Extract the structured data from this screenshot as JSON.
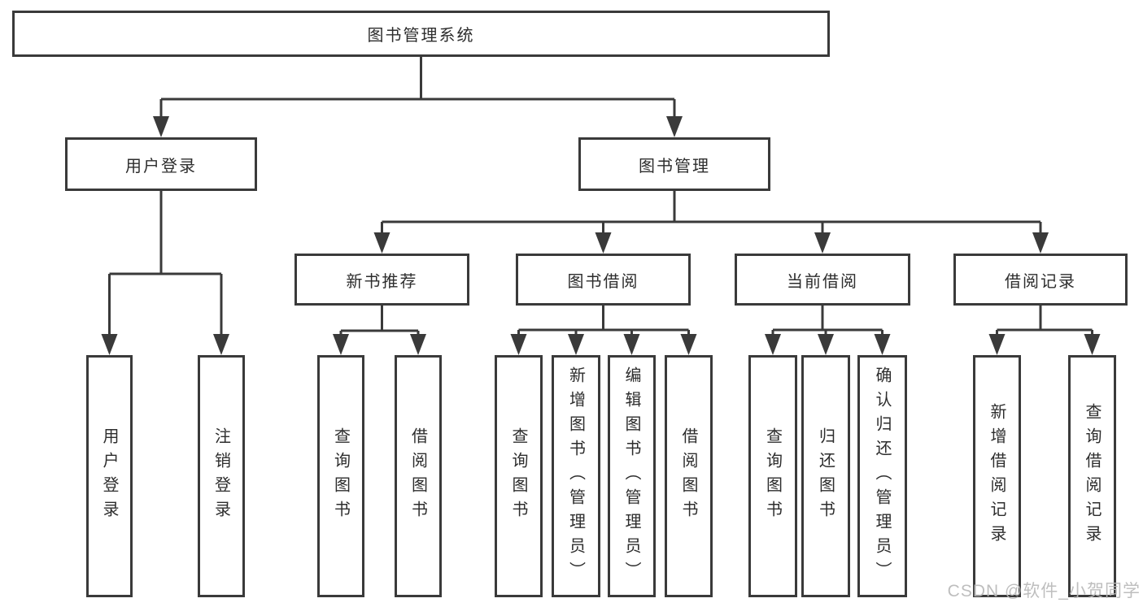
{
  "watermark": "CSDN @软件_小贺同学",
  "colors": {
    "line": "#3a3a3a",
    "box_border": "#3a3a3a",
    "box_fill": "#ffffff",
    "text": "#2d2d2d",
    "watermark": "#b9b9b9",
    "background": "#ffffff"
  },
  "tree": {
    "label": "图书管理系统",
    "children": [
      {
        "label": "用户登录",
        "children": [
          {
            "label": "用户登录"
          },
          {
            "label": "注销登录"
          }
        ]
      },
      {
        "label": "图书管理",
        "children": [
          {
            "label": "新书推荐",
            "children": [
              {
                "label": "查询图书"
              },
              {
                "label": "借阅图书"
              }
            ]
          },
          {
            "label": "图书借阅",
            "children": [
              {
                "label": "查询图书"
              },
              {
                "label": "新增图书（管理员）"
              },
              {
                "label": "编辑图书（管理员）"
              },
              {
                "label": "借阅图书"
              }
            ]
          },
          {
            "label": "当前借阅",
            "children": [
              {
                "label": "查询图书"
              },
              {
                "label": "归还图书"
              },
              {
                "label": "确认归还（管理员）"
              }
            ]
          },
          {
            "label": "借阅记录",
            "children": [
              {
                "label": "新增借阅记录"
              },
              {
                "label": "查询借阅记录"
              }
            ]
          }
        ]
      }
    ]
  }
}
